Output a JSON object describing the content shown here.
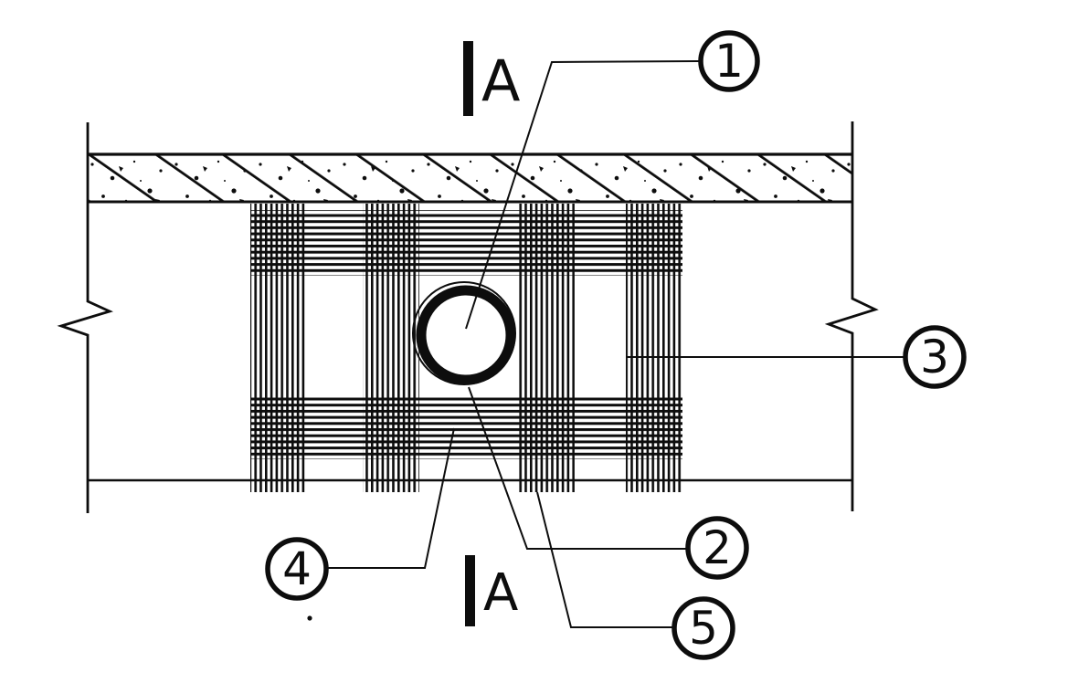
{
  "drawing": {
    "kind": "engineering-section-detail",
    "colors": {
      "ink": "#0d0d0d",
      "background": "#ffffff"
    },
    "section_markers": {
      "top_label": "A",
      "bottom_label": "A"
    },
    "callouts": [
      {
        "label": "1"
      },
      {
        "label": "2"
      },
      {
        "label": "3"
      },
      {
        "label": "4"
      },
      {
        "label": "5"
      }
    ]
  }
}
